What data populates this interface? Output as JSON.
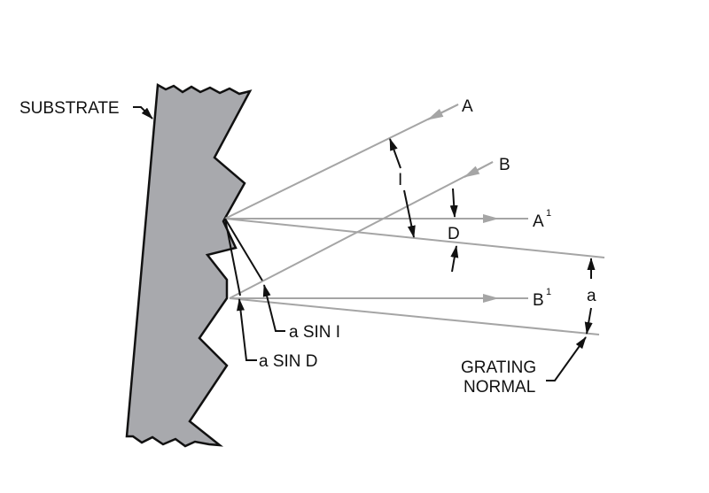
{
  "labels": {
    "substrate": "SUBSTRATE",
    "ray_a": "A",
    "ray_b": "B",
    "ray_a1": "A",
    "ray_a1_sup": "1",
    "ray_b1": "B",
    "ray_b1_sup": "1",
    "angle_i": "I",
    "angle_d": "D",
    "spacing_a": "a",
    "a_sin_i": "a SIN I",
    "a_sin_d": "a SIN D",
    "grating": "GRATING",
    "normal": "NORMAL"
  },
  "colors": {
    "substrate_fill": "#a8a9ad",
    "ray": "#a5a5a5",
    "ink": "#111111"
  }
}
